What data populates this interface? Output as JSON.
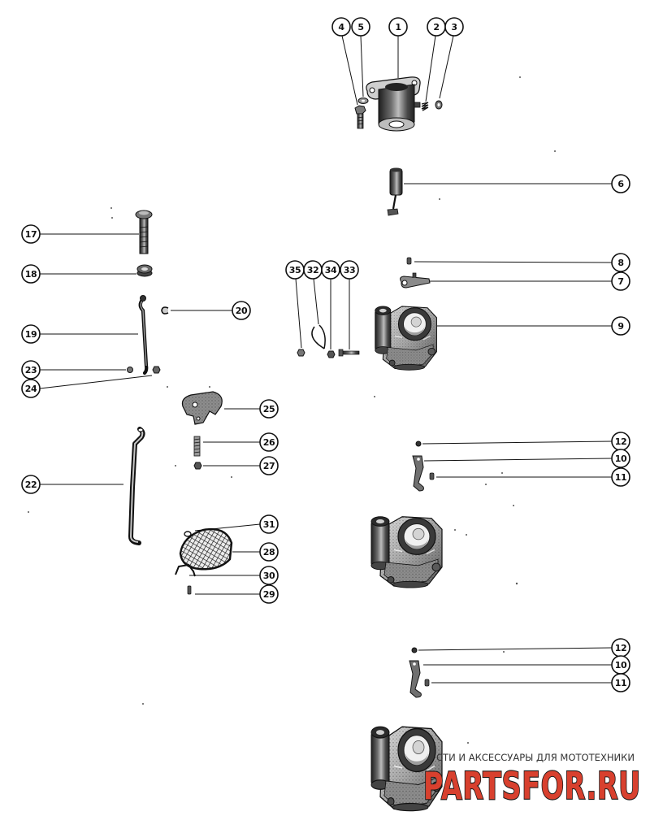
{
  "callouts": [
    "4",
    "5",
    "1",
    "2",
    "3",
    "6",
    "17",
    "18",
    "19",
    "20",
    "23",
    "24",
    "22",
    "35",
    "32",
    "34",
    "33",
    "8",
    "7",
    "9",
    "25",
    "26",
    "27",
    "31",
    "28",
    "30",
    "29",
    "12",
    "10",
    "11",
    "12",
    "10",
    "11"
  ],
  "watermark": {
    "tagline": "СТИ И АКСЕССУАРЫ ДЛЯ МОТОТЕХНИКИ",
    "logo": "PARTSFOR.RU"
  },
  "colors": {
    "ink": "#111111",
    "background": "#ffffff",
    "logo_fill": "#d8402e",
    "logo_outline": "#1a1a1a"
  }
}
